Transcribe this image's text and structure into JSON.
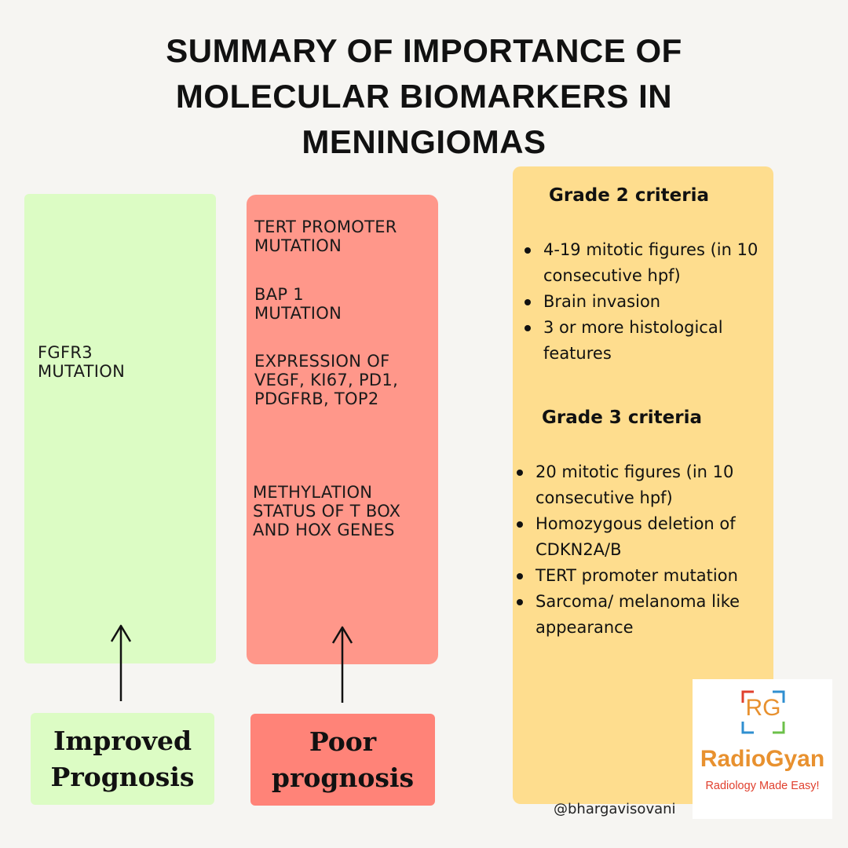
{
  "title": {
    "lines": [
      "SUMMARY OF IMPORTANCE OF",
      "MOLECULAR BIOMARKERS IN",
      "MENINGIOMAS"
    ]
  },
  "improved": {
    "items": [
      "FGFR3\nMUTATION"
    ],
    "label": "Improved\nPrognosis",
    "color": "#dcfcc4"
  },
  "poor": {
    "items": [
      "TERT PROMOTER\nMUTATION",
      "BAP 1\nMUTATION",
      "EXPRESSION OF\nVEGF, KI67, PD1,\nPDGFRB, TOP2",
      "METHYLATION\nSTATUS OF T BOX\nAND HOX GENES"
    ],
    "label": "Poor\nprognosis",
    "color": "#ff978a"
  },
  "criteria": {
    "grade2": {
      "heading": "Grade 2 criteria",
      "items": [
        "4-19 mitotic figures (in 10 consecutive hpf)",
        "Brain invasion",
        "3 or more histological features"
      ]
    },
    "grade3": {
      "heading": "Grade 3 criteria",
      "items": [
        "20 mitotic figures (in 10 consecutive hpf)",
        "Homozygous deletion of CDKN2A/B",
        "TERT promoter mutation",
        "Sarcoma/ melanoma like appearance"
      ]
    },
    "color": "#fedd8e"
  },
  "logo": {
    "mark": "RG",
    "name": "RadioGyan",
    "tagline": "Radiology Made Easy!"
  },
  "handle": "@bhargavisovani"
}
